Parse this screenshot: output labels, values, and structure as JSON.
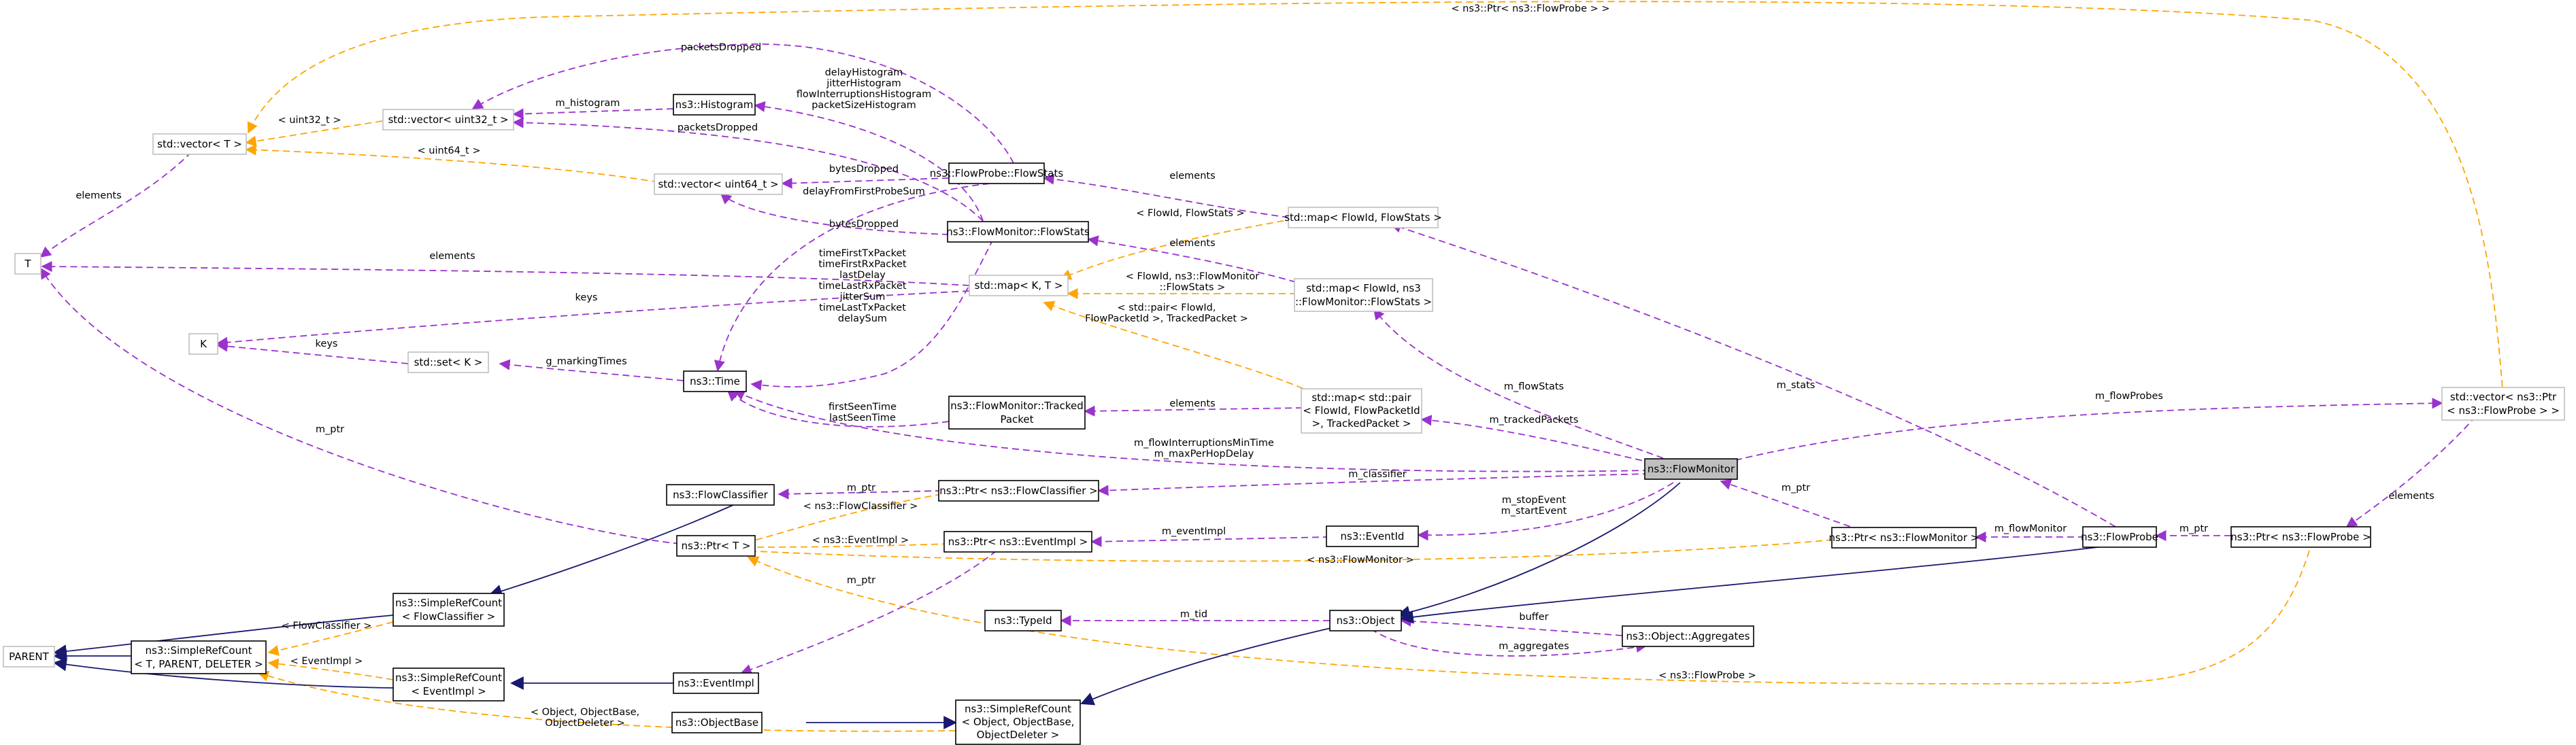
{
  "nodes": {
    "vector_t": "std::vector< T >",
    "vector_u32": "std::vector< uint32_t >",
    "histogram": "ns3::Histogram",
    "vector_u64": "std::vector< uint64_t >",
    "probe_flowstats": "ns3::FlowProbe::FlowStats",
    "map_flowid_flowstats": "std::map< FlowId, FlowStats >",
    "monitor_flowstats": "ns3::FlowMonitor::FlowStats",
    "t": "T",
    "map_k_t": "std::map< K, T >",
    "map_flowid_monitor_l1": "std::map< FlowId, ns3",
    "map_flowid_monitor_l2": "::FlowMonitor::FlowStats >",
    "k": "K",
    "set_k": "std::set< K >",
    "time": "ns3::Time",
    "tracked_l1": "ns3::FlowMonitor::Tracked",
    "tracked_l2": "Packet",
    "map_pair_l1": "std::map< std::pair",
    "map_pair_l2": "< FlowId, FlowPacketId",
    "map_pair_l3": ">, TrackedPacket >",
    "flowclassifier": "ns3::FlowClassifier",
    "ptr_flowclassifier": "ns3::Ptr< ns3::FlowClassifier >",
    "flowmonitor": "ns3::FlowMonitor",
    "vector_ptr_l1": "std::vector< ns3::Ptr",
    "vector_ptr_l2": "< ns3::FlowProbe > >",
    "ptr_t": "ns3::Ptr< T >",
    "ptr_eventimpl": "ns3::Ptr< ns3::EventImpl >",
    "eventid": "ns3::EventId",
    "ptr_flowmonitor": "ns3::Ptr< ns3::FlowMonitor >",
    "flowprobe": "ns3::FlowProbe",
    "ptr_flowprobe": "ns3::Ptr< ns3::FlowProbe >",
    "src_classifier_l1": "ns3::SimpleRefCount",
    "src_classifier_l2": "< FlowClassifier >",
    "parent": "PARENT",
    "src_generic_l1": "ns3::SimpleRefCount",
    "src_generic_l2": "< T, PARENT, DELETER >",
    "typeid": "ns3::TypeId",
    "object": "ns3::Object",
    "aggregates": "ns3::Object::Aggregates",
    "src_eventimpl_l1": "ns3::SimpleRefCount",
    "src_eventimpl_l2": "< EventImpl >",
    "eventimpl": "ns3::EventImpl",
    "objectbase": "ns3::ObjectBase",
    "src_object_l1": "ns3::SimpleRefCount",
    "src_object_l2": "< Object, ObjectBase,",
    "src_object_l3": "ObjectDeleter >"
  },
  "labels": {
    "top_ptr_probe": "< ns3::Ptr< ns3::FlowProbe > >",
    "packets_dropped_1": "packetsDropped",
    "histograms_1": "delayHistogram",
    "histograms_2": "jitterHistogram",
    "histograms_3": "flowInterruptionsHistogram",
    "histograms_4": "packetSizeHistogram",
    "m_histogram": "m_histogram",
    "uint32_t": "< uint32_t >",
    "packets_dropped_2": "packetsDropped",
    "uint64_t": "< uint64_t >",
    "elements_vt": "elements",
    "bytes_dropped_1": "bytesDropped",
    "delay_first_probe": "delayFromFirstProbeSum",
    "elements_map1": "elements",
    "flowid_flowstats": "< FlowId, FlowStats >",
    "bytes_dropped_2": "bytesDropped",
    "elements_t": "elements",
    "elements_map2": "elements",
    "times_1": "timeFirstTxPacket",
    "times_2": "timeFirstRxPacket",
    "times_3": "lastDelay",
    "times_4": "timeLastRxPacket",
    "times_5": "jitterSum",
    "times_6": "timeLastTxPacket",
    "times_7": "delaySum",
    "flowid_monitor_1": "< FlowId, ns3::FlowMonitor",
    "flowid_monitor_2": "::FlowStats >",
    "keys_1": "keys",
    "keys_2": "keys",
    "pair_1": "< std::pair< FlowId,",
    "pair_2": "FlowPacketId >, TrackedPacket >",
    "g_marking": "g_markingTimes",
    "m_stats": "m_stats",
    "m_flowprobes": "m_flowProbes",
    "m_flowstats": "m_flowStats",
    "first_seen": "firstSeenTime",
    "last_seen": "lastSeenTime",
    "elements_tracked": "elements",
    "m_trackedpackets": "m_trackedPackets",
    "m_ptr_left": "m_ptr",
    "min_time": "m_flowInterruptionsMinTime",
    "max_hop": "m_maxPerHopDelay",
    "m_classifier": "m_classifier",
    "m_ptr_fc": "m_ptr",
    "elements_vp": "elements",
    "fc_tpl": "< ns3::FlowClassifier >",
    "ei_tpl": "< ns3::EventImpl >",
    "m_stop": "m_stopEvent",
    "m_start": "m_startEvent",
    "m_ptr_mon": "m_ptr",
    "m_eventimpl": "m_eventImpl",
    "m_flowmonitor": "m_flowMonitor",
    "m_ptr_probe": "m_ptr",
    "m_ptr_ei": "m_ptr",
    "fm_tpl": "< ns3::FlowMonitor >",
    "m_tid": "m_tid",
    "buffer": "buffer",
    "fc_tpl2": "< FlowClassifier >",
    "ei_tpl2": "< EventImpl >",
    "m_aggregates": "m_aggregates",
    "fp_tpl": "< ns3::FlowProbe >",
    "obj_tpl_1": "< Object, ObjectBase,",
    "obj_tpl_2": "ObjectDeleter >"
  },
  "colors": {
    "usage_edge": "#9a32cd",
    "template_edge": "#ffa500",
    "inheritance_edge": "#191970",
    "focus_fill": "#bfbfbf",
    "template_border": "#bfbfbf"
  }
}
